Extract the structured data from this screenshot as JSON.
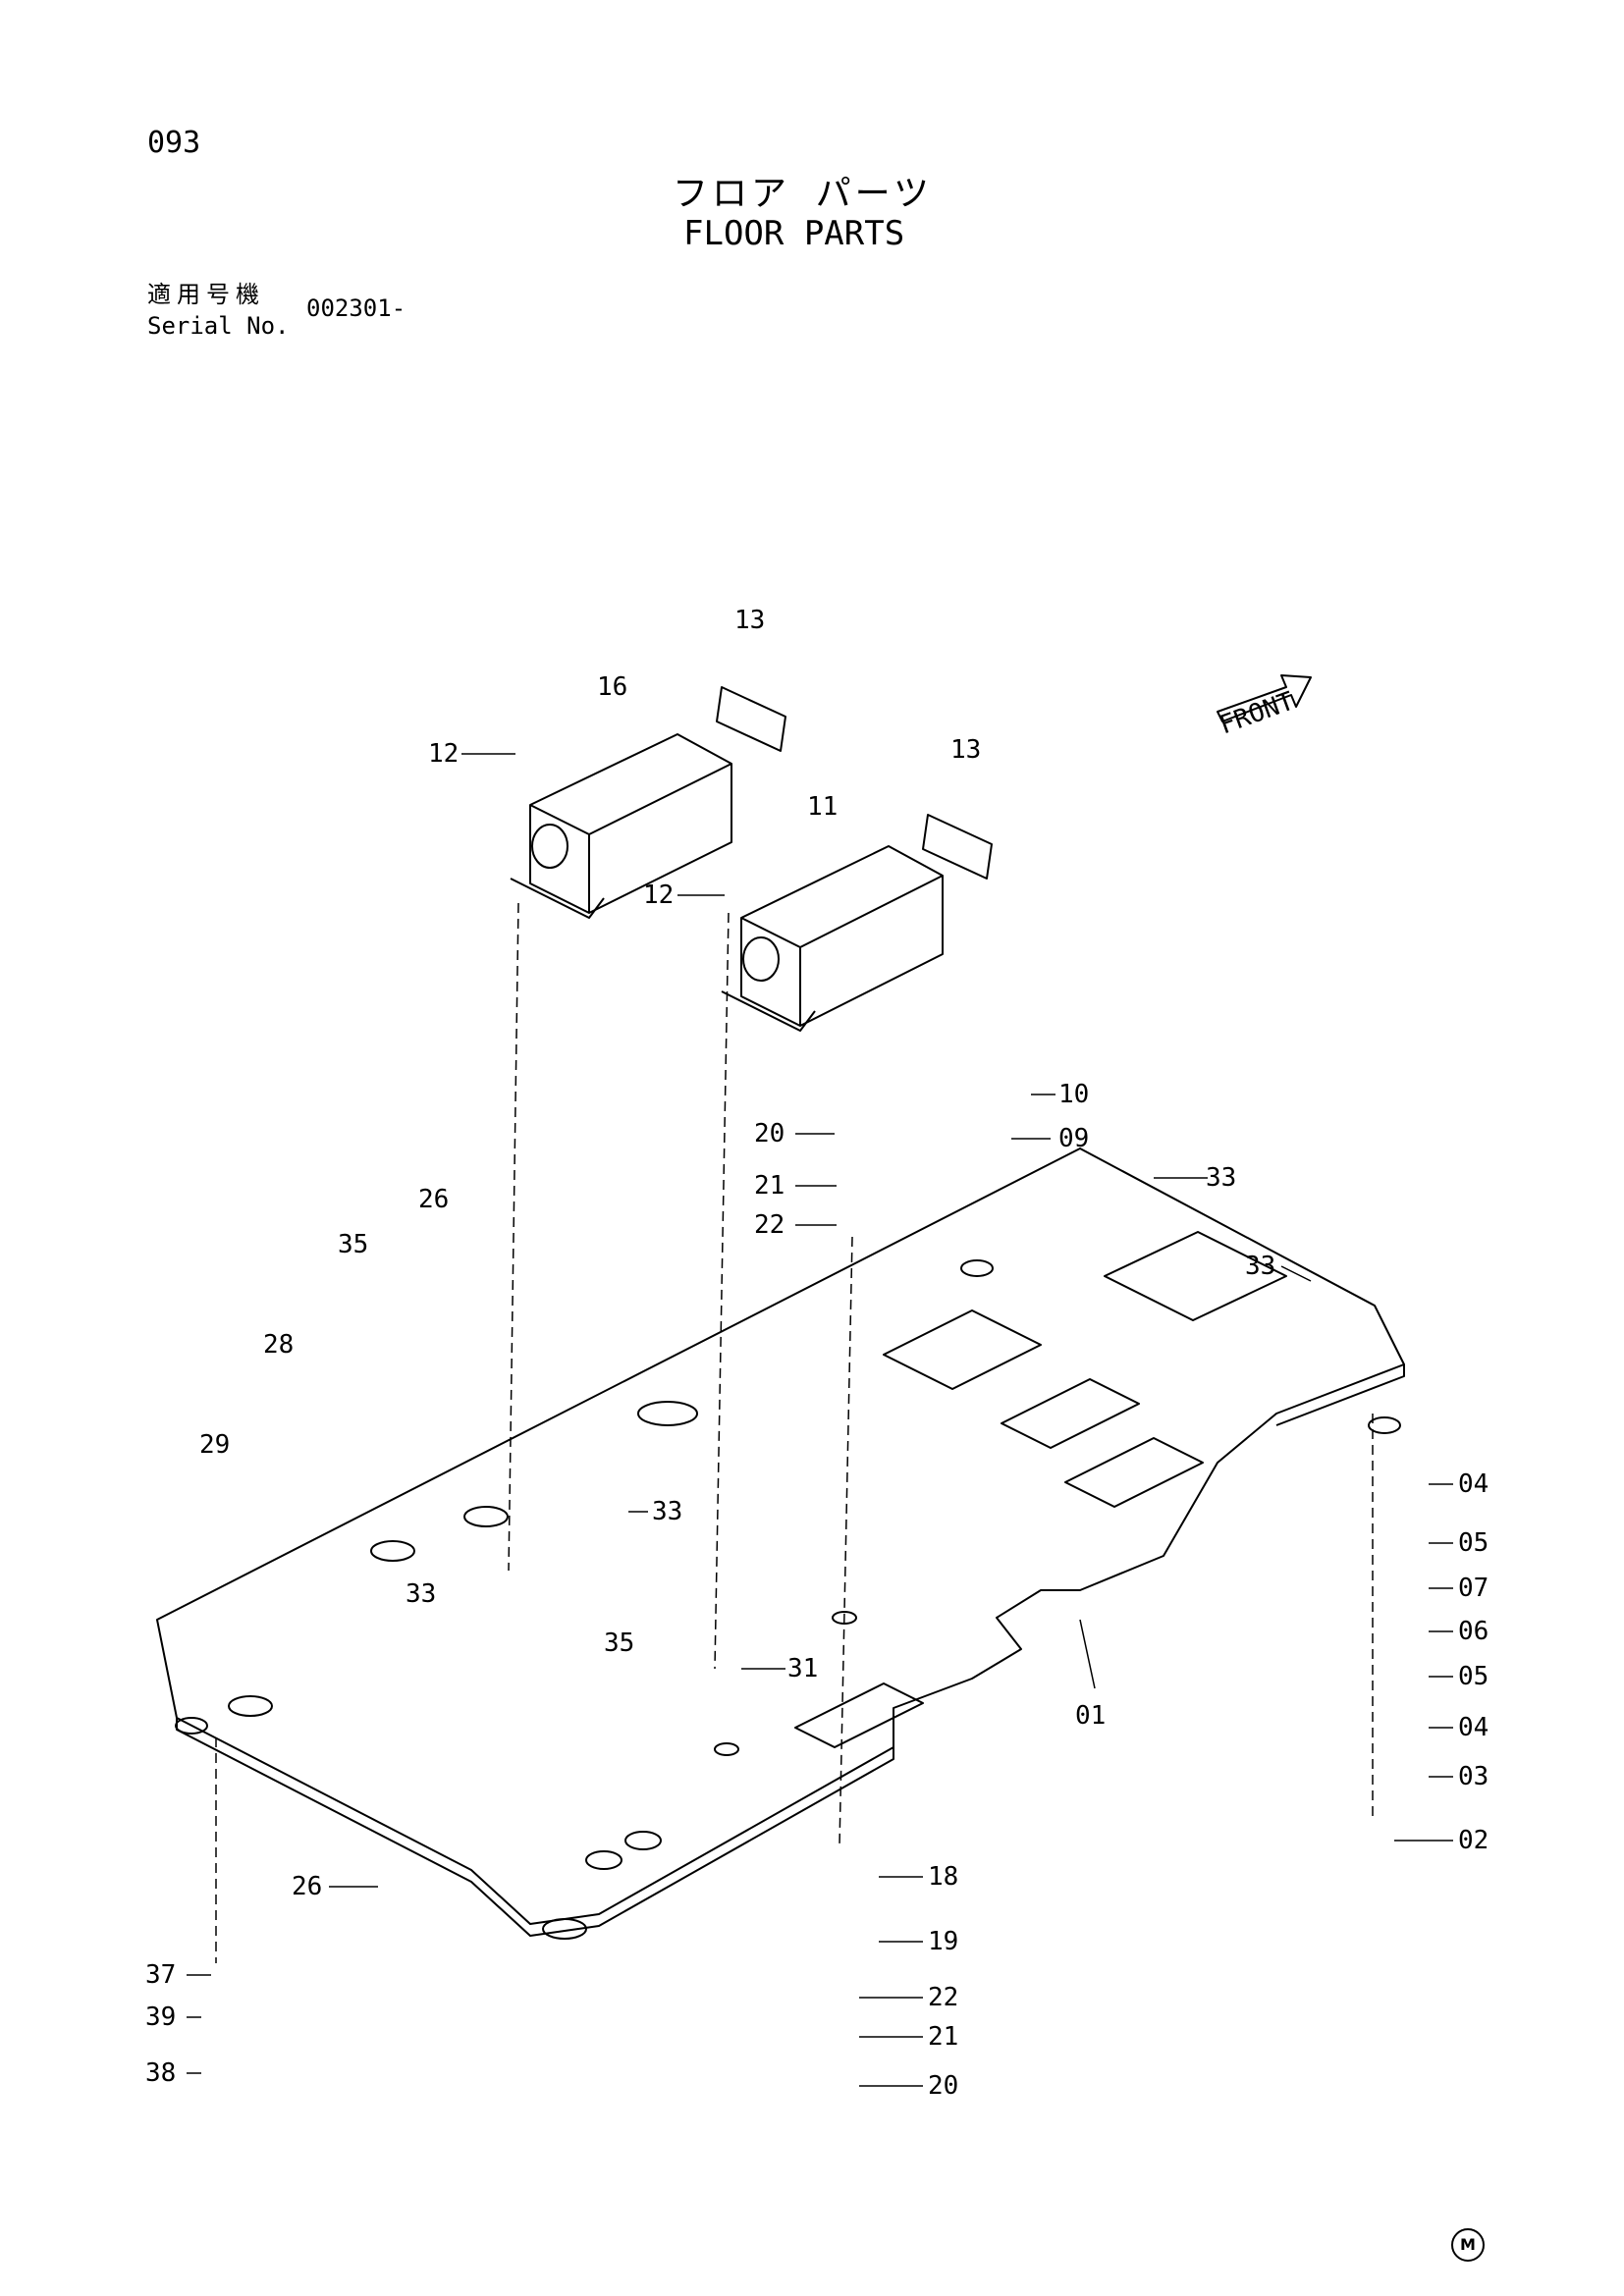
{
  "header": {
    "page_number": "093",
    "title_jp": "フロア パーツ",
    "title_en": "FLOOR PARTS",
    "serial_label_jp": "適用号機",
    "serial_label_en": "Serial No.",
    "serial_value": "002301-"
  },
  "diagram": {
    "front_label": "FRONT",
    "callouts": [
      "13",
      "16",
      "12",
      "13",
      "11",
      "12",
      "10",
      "20",
      "09",
      "33",
      "21",
      "22",
      "33",
      "26",
      "35",
      "28",
      "29",
      "33",
      "33",
      "35",
      "31",
      "04",
      "05",
      "07",
      "06",
      "05",
      "04",
      "03",
      "02",
      "01",
      "18",
      "19",
      "22",
      "21",
      "20",
      "26",
      "37",
      "39",
      "38"
    ]
  },
  "footer": {
    "mark": "M"
  }
}
